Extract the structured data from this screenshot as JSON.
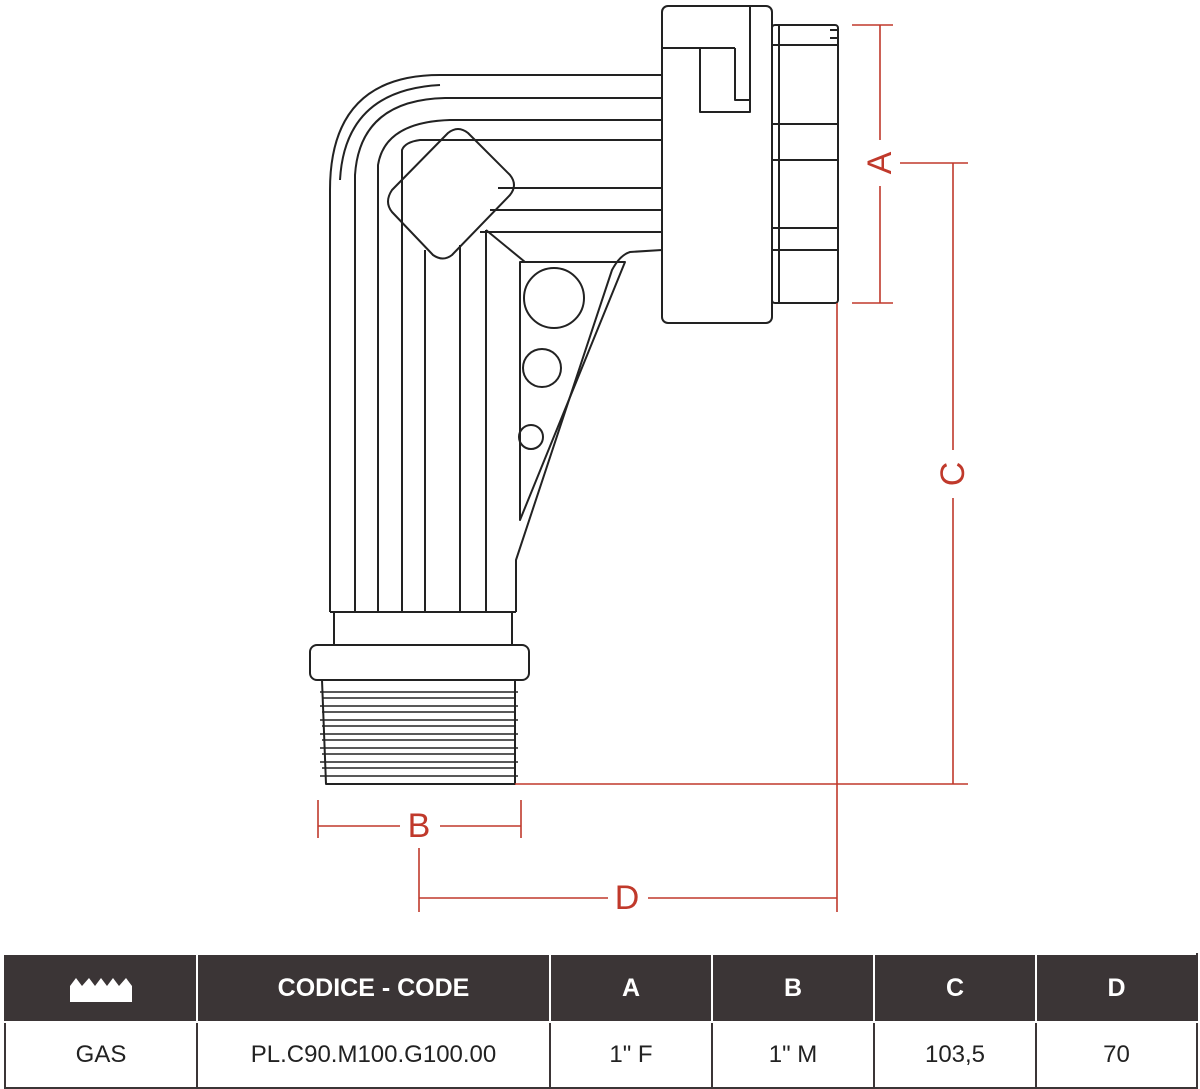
{
  "dimension_labels": {
    "a": "A",
    "b": "B",
    "c": "C",
    "d": "D"
  },
  "table": {
    "headers": [
      "",
      "CODICE - CODE",
      "A",
      "B",
      "C",
      "D"
    ],
    "row": [
      "GAS",
      "PL.C90.M100.G100.00",
      "1\" F",
      "1\" M",
      "103,5",
      "70"
    ]
  },
  "icons": {
    "thread_header": "thread-profile-icon"
  },
  "colors": {
    "dimension": "#c0392b",
    "header_bg": "#3b3536",
    "line": "#222222"
  }
}
